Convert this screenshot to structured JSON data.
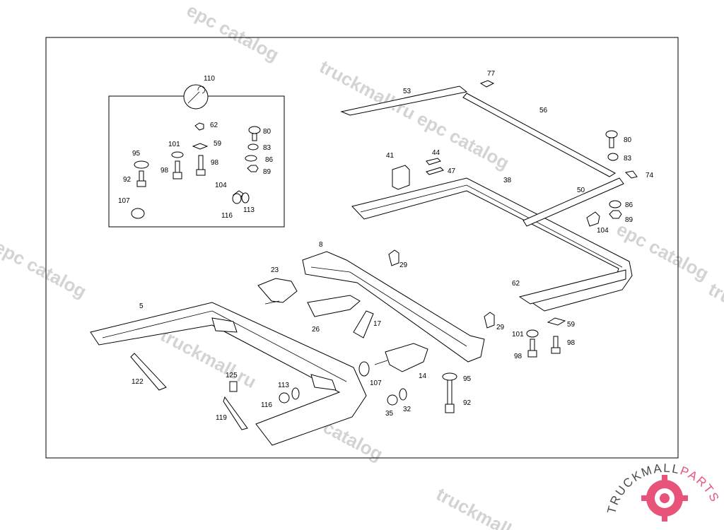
{
  "watermark": {
    "texts": [
      "epc catalog",
      "truckmall.ru epc catalog",
      "epc catalog",
      "truckmall.ru",
      "catalog",
      "epc catalog",
      "truckmall.ru",
      "truckmall.ru"
    ]
  },
  "diagram": {
    "callouts": [
      "110",
      "62",
      "101",
      "59",
      "95",
      "80",
      "83",
      "86",
      "89",
      "98",
      "98",
      "92",
      "104",
      "107",
      "116",
      "113",
      "53",
      "77",
      "56",
      "80",
      "83",
      "74",
      "41",
      "44",
      "47",
      "38",
      "50",
      "86",
      "89",
      "104",
      "8",
      "29",
      "23",
      "62",
      "29",
      "59",
      "101",
      "98",
      "98",
      "5",
      "26",
      "17",
      "107",
      "14",
      "95",
      "92",
      "125",
      "113",
      "116",
      "122",
      "119",
      "35",
      "32"
    ]
  },
  "brand": {
    "logo_dark": "TRUCKMALL",
    "logo_accent": "PARTS",
    "accent_color": "#e8537a"
  }
}
